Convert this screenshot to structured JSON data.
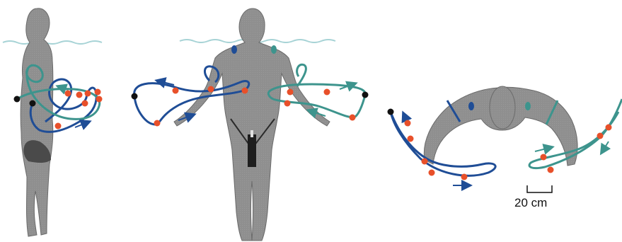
{
  "figure": {
    "views": [
      "side-view",
      "front-view",
      "top-view"
    ],
    "scale_bar": {
      "label": "20 cm"
    },
    "colors": {
      "body_fill": "#8f8f8f",
      "body_stroke": "#6a6a6a",
      "water_line": "#a7d3d6",
      "left_arm_path": "#1f4d96",
      "right_arm_path": "#3d948d",
      "event_marker": "#e8502a",
      "start_marker": "#111111"
    }
  }
}
